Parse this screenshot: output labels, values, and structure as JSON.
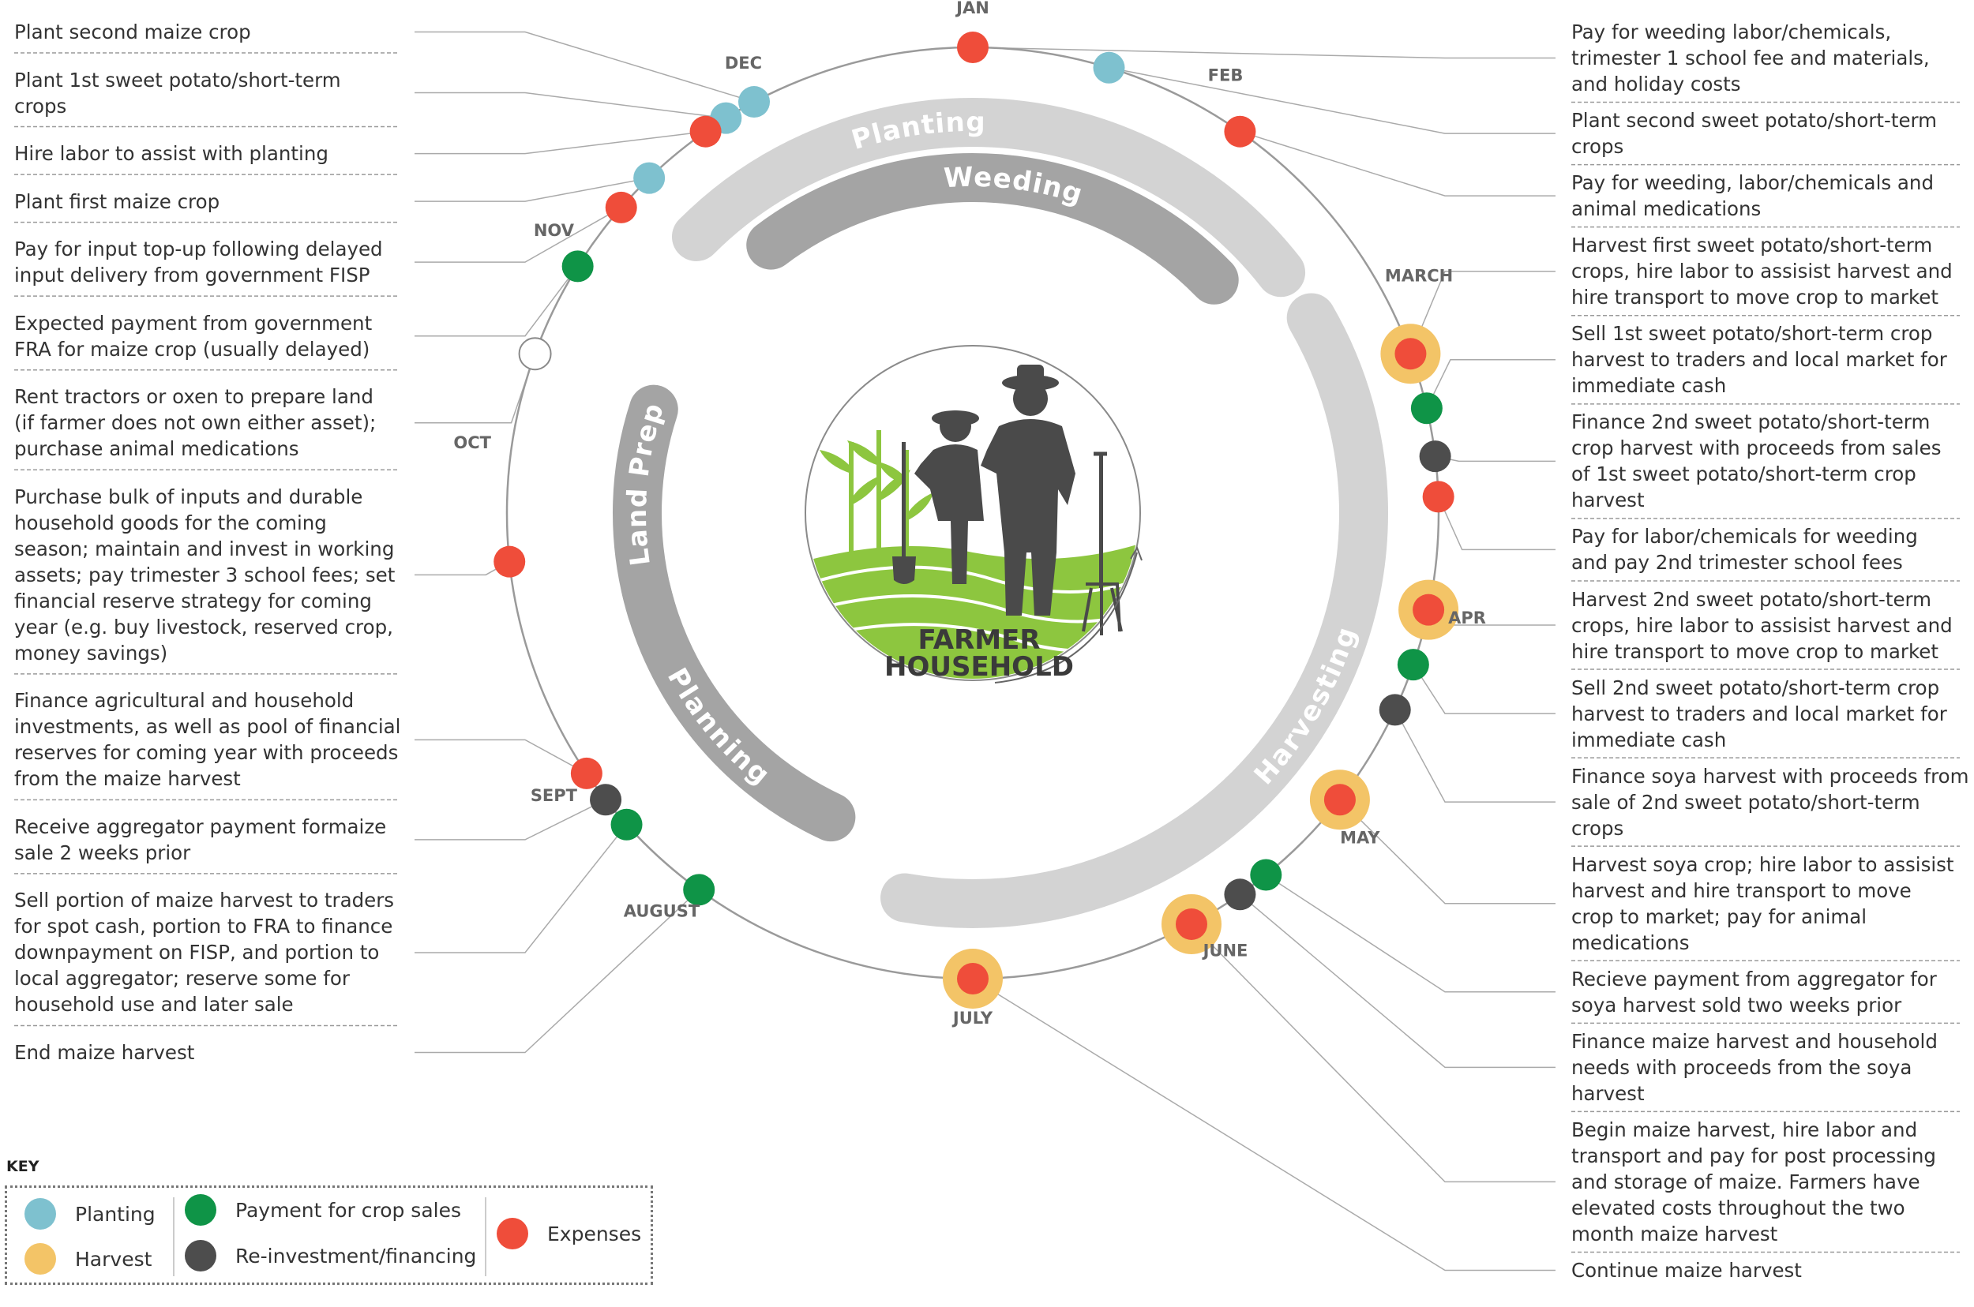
{
  "center": {
    "line1": "FARMER",
    "line2": "HOUSEHOLD"
  },
  "months": [
    {
      "label": "JAN",
      "deg": 0
    },
    {
      "label": "FEB",
      "deg": 30
    },
    {
      "label": "MARCH",
      "deg": 62
    },
    {
      "label": "APR",
      "deg": 102
    },
    {
      "label": "MAY",
      "deg": 130
    },
    {
      "label": "JUNE",
      "deg": 150
    },
    {
      "label": "JULY",
      "deg": 180
    },
    {
      "label": "AUGUST",
      "deg": 218
    },
    {
      "label": "SEPT",
      "deg": 236
    },
    {
      "label": "OCT",
      "deg": 278
    },
    {
      "label": "NOV",
      "deg": 304
    },
    {
      "label": "DEC",
      "deg": 333
    }
  ],
  "arcs": [
    {
      "label": "Planting",
      "start": -45,
      "end": 52,
      "ring": "outer",
      "shade": "light",
      "label_deg": -8
    },
    {
      "label": "Weeding",
      "start": -37,
      "end": 46,
      "ring": "inner",
      "shade": "dark",
      "label_deg": 7
    },
    {
      "label": "Harvesting",
      "start": 60,
      "end": 190,
      "ring": "outer",
      "shade": "light",
      "label_deg": 120
    },
    {
      "label": "Land Prep",
      "start": 253,
      "end": 288,
      "ring": "inner",
      "shade": "dark",
      "label_deg": 275
    },
    {
      "label": "Planning",
      "start": 205,
      "end": 257,
      "ring": "inner",
      "shade": "dark",
      "label_deg": 230
    }
  ],
  "events": [
    {
      "text": "Plant second maize crop",
      "deg": 332,
      "kind": "planting"
    },
    {
      "text": "Plant 1st sweet potato/short-term\ncrops",
      "deg": 328,
      "kind": "planting"
    },
    {
      "text": "Hire labor to assist with planting",
      "deg": 325,
      "kind": "expenses"
    },
    {
      "text": "Plant first maize crop",
      "deg": 316,
      "kind": "planting"
    },
    {
      "text": "Pay for input top-up following delayed\ninput delivery from government FISP",
      "deg": 311,
      "kind": "expenses"
    },
    {
      "text": "Expected payment from government\nFRA for maize crop (usually delayed)",
      "deg": 302,
      "kind": "crop_sales"
    },
    {
      "text": "Rent tractors or oxen to prepare land\n(if farmer does not own either asset);\npurchase animal medications",
      "deg": 290,
      "kind": "open"
    },
    {
      "text": "Purchase bulk of inputs and durable\nhousehold goods for the coming\nseason; maintain and invest in working\nassets; pay trimester 3 school fees; set\nfinancial reserve strategy for coming\nyear (e.g. buy livestock, reserved crop,\nmoney savings)",
      "deg": 264,
      "kind": "expenses"
    },
    {
      "text": "Finance agricultural and household\ninvestments, as well as pool of financial\nreserves for coming year with proceeds\nfrom the maize harvest",
      "deg": 236,
      "kind": "expenses"
    },
    {
      "text": "Receive aggregator payment formaize\nsale 2 weeks prior",
      "deg": 232,
      "kind": "reinvestment"
    },
    {
      "text": "Sell portion of maize harvest to traders\nfor spot cash, portion to FRA to finance\ndownpayment on FISP, and portion to\nlocal aggregator; reserve some for\nhousehold use and later sale",
      "deg": 228,
      "kind": "crop_sales"
    },
    {
      "text": "End maize harvest",
      "deg": 216,
      "kind": "crop_sales"
    },
    {
      "text": "Pay for weeding labor/chemicals,\ntrimester 1 school fee and materials,\nand holiday costs",
      "deg": 0,
      "kind": "expenses"
    },
    {
      "text": "Plant second sweet potato/short-term\ncrops",
      "deg": 17,
      "kind": "planting"
    },
    {
      "text": "Pay for weeding, labor/chemicals and\nanimal medications",
      "deg": 35,
      "kind": "expenses"
    },
    {
      "text": "Harvest first sweet potato/short-term\ncrops, hire labor to assisist harvest and\nhire transport to move crop to market",
      "deg": 70,
      "kind": "harvest"
    },
    {
      "text": "Sell 1st sweet potato/short-term crop\nharvest to traders and local market for\nimmediate cash",
      "deg": 77,
      "kind": "crop_sales"
    },
    {
      "text": "Finance 2nd sweet potato/short-term\ncrop harvest with proceeds from sales\nof 1st sweet  potato/short-term crop\nharvest",
      "deg": 83,
      "kind": "reinvestment"
    },
    {
      "text": "Pay for labor/chemicals for weeding\nand pay 2nd trimester school fees",
      "deg": 88,
      "kind": "expenses"
    },
    {
      "text": "Harvest 2nd sweet potato/short-term\ncrops, hire labor to assisist harvest and\nhire transport to move crop to market",
      "deg": 102,
      "kind": "harvest"
    },
    {
      "text": "Sell 2nd sweet potato/short-term crop\nharvest to traders and local market for\nimmediate cash",
      "deg": 109,
      "kind": "crop_sales"
    },
    {
      "text": "Finance soya harvest with proceeds from\nsale of 2nd sweet potato/short-term\ncrops",
      "deg": 115,
      "kind": "reinvestment"
    },
    {
      "text": "Harvest soya crop; hire labor to assisist\nharvest and hire transport to move\ncrop to market; pay for animal\nmedications",
      "deg": 128,
      "kind": "harvest"
    },
    {
      "text": "Recieve payment from aggregator for\nsoya harvest sold two weeks prior",
      "deg": 141,
      "kind": "crop_sales"
    },
    {
      "text": "Finance maize harvest and household\nneeds with proceeds from the soya\nharvest",
      "deg": 145,
      "kind": "reinvestment"
    },
    {
      "text": "Begin maize harvest, hire labor and\ntransport and pay for post processing\nand storage of maize. Farmers have\nelevated costs throughout the two\nmonth maize harvest",
      "deg": 152,
      "kind": "harvest"
    },
    {
      "text": "Continue maize harvest",
      "deg": 180,
      "kind": "harvest"
    }
  ],
  "key": {
    "title": "KEY",
    "items": [
      {
        "label": "Planting",
        "color": "#7ec1cf"
      },
      {
        "label": "Harvest",
        "color": "#f3c467"
      },
      {
        "label": "Payment for crop sales",
        "color": "#0f9447"
      },
      {
        "label": "Re-investment/financing",
        "color": "#4d4d4d"
      },
      {
        "label": "Expenses",
        "color": "#ef4d3a"
      }
    ]
  },
  "colors": {
    "planting": "#7ec1cf",
    "harvest_ring": "#f3c467",
    "crop_sales": "#0f9447",
    "reinvestment": "#4d4d4d",
    "expenses": "#ef4d3a",
    "arc_light": "#d3d3d3",
    "arc_dark": "#a4a4a4",
    "leader": "#aaaaaa",
    "text": "#333333"
  }
}
